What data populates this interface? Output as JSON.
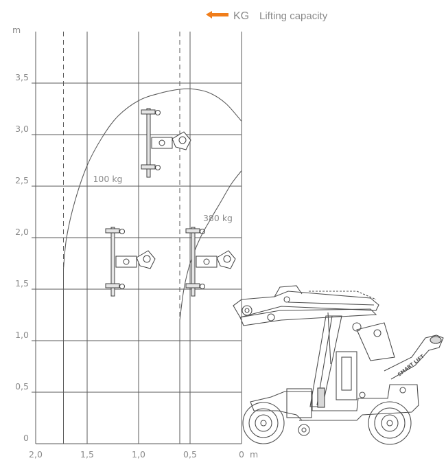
{
  "legend": {
    "unit": "KG",
    "label": "Lifting capacity",
    "arrow_color": "#f07d1a"
  },
  "chart_data": {
    "type": "line",
    "y_unit_label": "m",
    "x_unit_label": "m",
    "x_ticks": [
      "2,0",
      "1,5",
      "1,0",
      "0,5",
      "0"
    ],
    "x_tick_values": [
      2.0,
      1.5,
      1.0,
      0.5,
      0.0
    ],
    "y_ticks": [
      "0",
      "0,5",
      "1,0",
      "1,5",
      "2,0",
      "2,5",
      "3,0",
      "3,5"
    ],
    "y_tick_values": [
      0,
      0.5,
      1.0,
      1.5,
      2.0,
      2.5,
      3.0,
      3.5
    ],
    "xlim": [
      0,
      2.0
    ],
    "ylim": [
      0,
      4.0
    ],
    "x_reversed": true,
    "grid": true,
    "series": [
      {
        "name": "100 kg",
        "x": [
          1.73,
          1.7,
          1.62,
          1.5,
          1.35,
          1.2,
          1.0,
          0.8,
          0.6,
          0.45,
          0.3,
          0.15,
          0.0
        ],
        "y": [
          1.7,
          2.0,
          2.35,
          2.7,
          2.98,
          3.18,
          3.33,
          3.4,
          3.44,
          3.44,
          3.4,
          3.3,
          3.13
        ]
      },
      {
        "name": "380 kg",
        "x": [
          0.6,
          0.56,
          0.5,
          0.4,
          0.3,
          0.2,
          0.1,
          0.0
        ],
        "y": [
          1.2,
          1.5,
          1.75,
          2.0,
          2.18,
          2.35,
          2.52,
          2.65
        ]
      }
    ],
    "annotations": [
      {
        "text": "100 kg",
        "x": 1.3,
        "y": 2.54
      },
      {
        "text": "380 kg",
        "x": 0.23,
        "y": 2.16
      }
    ],
    "reference_lines": {
      "x": [
        1.73,
        1.5,
        1.0,
        0.6
      ],
      "y": [
        0.5,
        1.0,
        1.5,
        2.0,
        2.5,
        3.0,
        3.5
      ]
    }
  },
  "machine": {
    "brand_label": "SMART LIFT"
  }
}
